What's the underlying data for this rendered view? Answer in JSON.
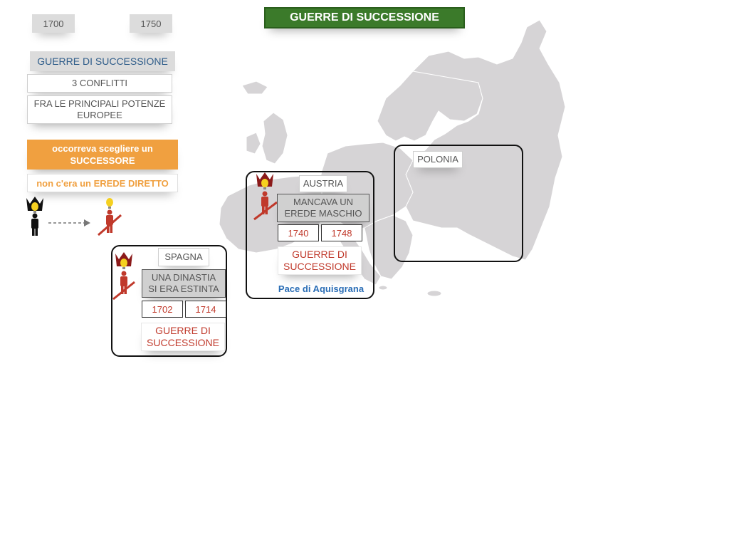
{
  "title": "GUERRE DI SUCCESSIONE",
  "timeline": {
    "year_start": "1700",
    "year_end": "1750"
  },
  "left_panel": {
    "heading": "GUERRE DI SUCCESSIONE",
    "conflicts": "3 CONFLITTI",
    "powers": "FRA LE PRINCIPALI POTENZE EUROPEE",
    "choose_successor": "occorreva scegliere un SUCCESSORE",
    "no_direct_heir": "non c'era un EREDE DIRETTO"
  },
  "spagna": {
    "name": "SPAGNA",
    "cause": "UNA DINASTIA SI ERA ESTINTA",
    "year_start": "1702",
    "year_end": "1714",
    "war": "GUERRE DI SUCCESSIONE"
  },
  "austria": {
    "name": "AUSTRIA",
    "cause": "MANCAVA UN EREDE MASCHIO",
    "year_start": "1740",
    "year_end": "1748",
    "war": "GUERRE DI SUCCESSIONE",
    "peace": "Pace di Aquisgrana"
  },
  "polonia": {
    "name": "POLONIA"
  },
  "colors": {
    "title_bg": "#3b7a2a",
    "orange": "#f0a040",
    "heading_blue": "#2f5d8a",
    "war_red": "#c0392b",
    "peace_blue": "#2a6db5",
    "map_fill": "#d6d4d6"
  }
}
